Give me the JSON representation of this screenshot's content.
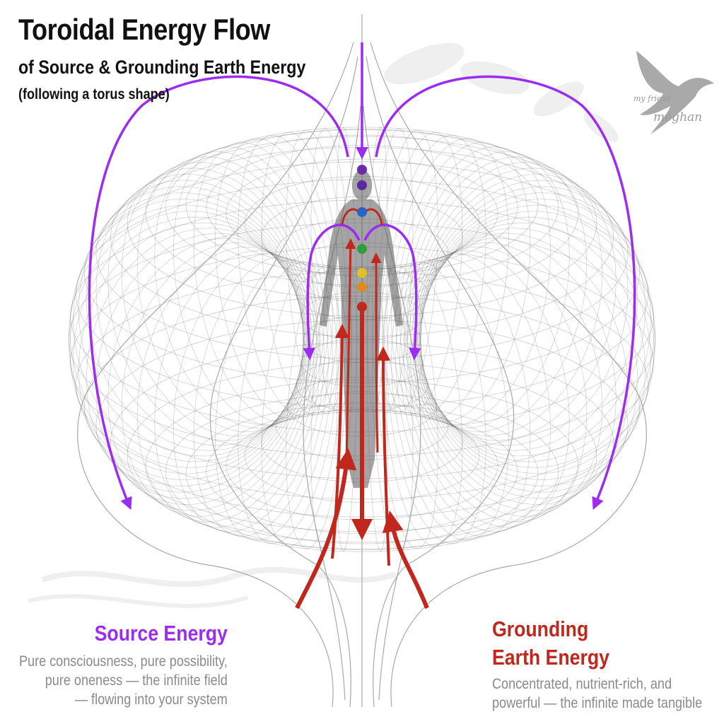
{
  "title": "Toroidal Energy Flow",
  "subtitle": "of Source & Grounding Earth Energy",
  "note": "(following a torus shape)",
  "source": {
    "heading": "Source Energy",
    "lines": [
      "Pure consciousness, pure possibility,",
      "pure oneness — the infinite field",
      "— flowing into your system"
    ],
    "color": "#9b2cf0"
  },
  "earth": {
    "heading_lines": [
      "Grounding",
      "Earth Energy"
    ],
    "lines": [
      "Concentrated, nutrient-rich, and",
      "powerful — the infinite made tangible"
    ],
    "color": "#c0281d"
  },
  "logo": {
    "small": "my friend",
    "name": "meghan",
    "icon": "bird-logo-icon"
  },
  "chakra_colors": [
    "#6a2bb0",
    "#5a2aa0",
    "#2a63c8",
    "#2f9e3a",
    "#e0c02a",
    "#e08a1e",
    "#c0281d"
  ]
}
